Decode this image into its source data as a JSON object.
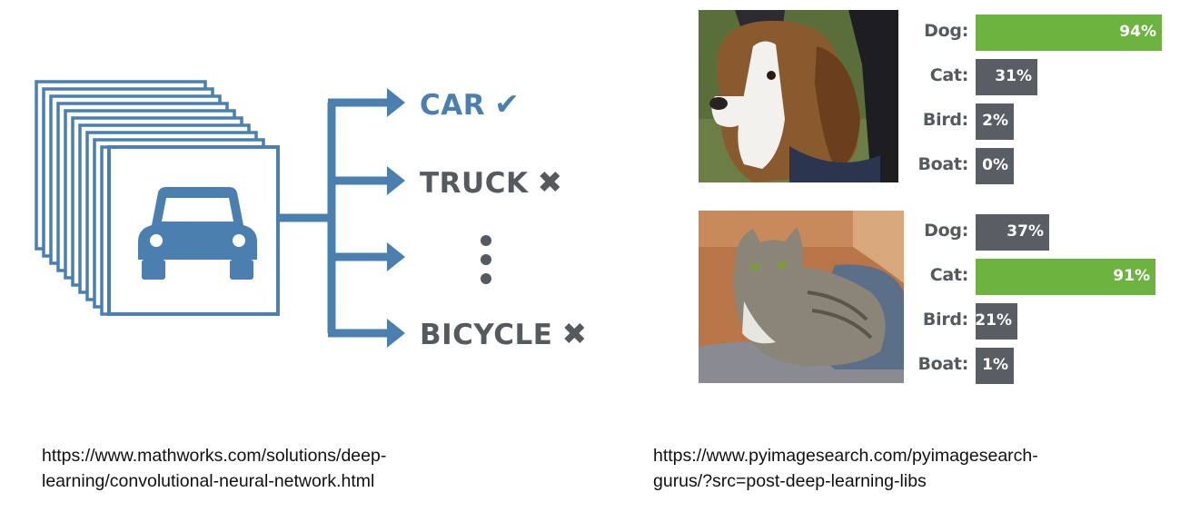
{
  "left": {
    "classes": [
      {
        "label": "CAR",
        "mark": "✔",
        "correct": true
      },
      {
        "label": "TRUCK",
        "mark": "✖",
        "correct": false
      },
      {
        "label": "BICYCLE",
        "mark": "✖",
        "correct": false
      }
    ],
    "icon": "car-icon",
    "source_line1": "https://www.mathworks.com/solutions/deep-",
    "source_line2": "learning/convolutional-neural-network.html"
  },
  "right": {
    "panels": [
      {
        "image": "dog-photo",
        "rows": [
          {
            "label": "Dog:",
            "value_text": "94%",
            "value": 94,
            "winner": true
          },
          {
            "label": "Cat:",
            "value_text": "31%",
            "value": 31,
            "winner": false
          },
          {
            "label": "Bird:",
            "value_text": "2%",
            "value": 2,
            "winner": false
          },
          {
            "label": "Boat:",
            "value_text": "0%",
            "value": 0,
            "winner": false
          }
        ]
      },
      {
        "image": "cat-photo",
        "rows": [
          {
            "label": "Dog:",
            "value_text": "37%",
            "value": 37,
            "winner": false
          },
          {
            "label": "Cat:",
            "value_text": "91%",
            "value": 91,
            "winner": true
          },
          {
            "label": "Bird:",
            "value_text": "21%",
            "value": 21,
            "winner": false
          },
          {
            "label": "Boat:",
            "value_text": "1%",
            "value": 1,
            "winner": false
          }
        ]
      }
    ],
    "source_line1": "https://www.pyimagesearch.com/pyimagesearch-",
    "source_line2": "gurus/?src=post-deep-learning-libs"
  },
  "colors": {
    "accent_blue": "#4a7fb0",
    "winner_green": "#6db33f",
    "bar_gray": "#585e64",
    "text_gray": "#555a5f"
  }
}
